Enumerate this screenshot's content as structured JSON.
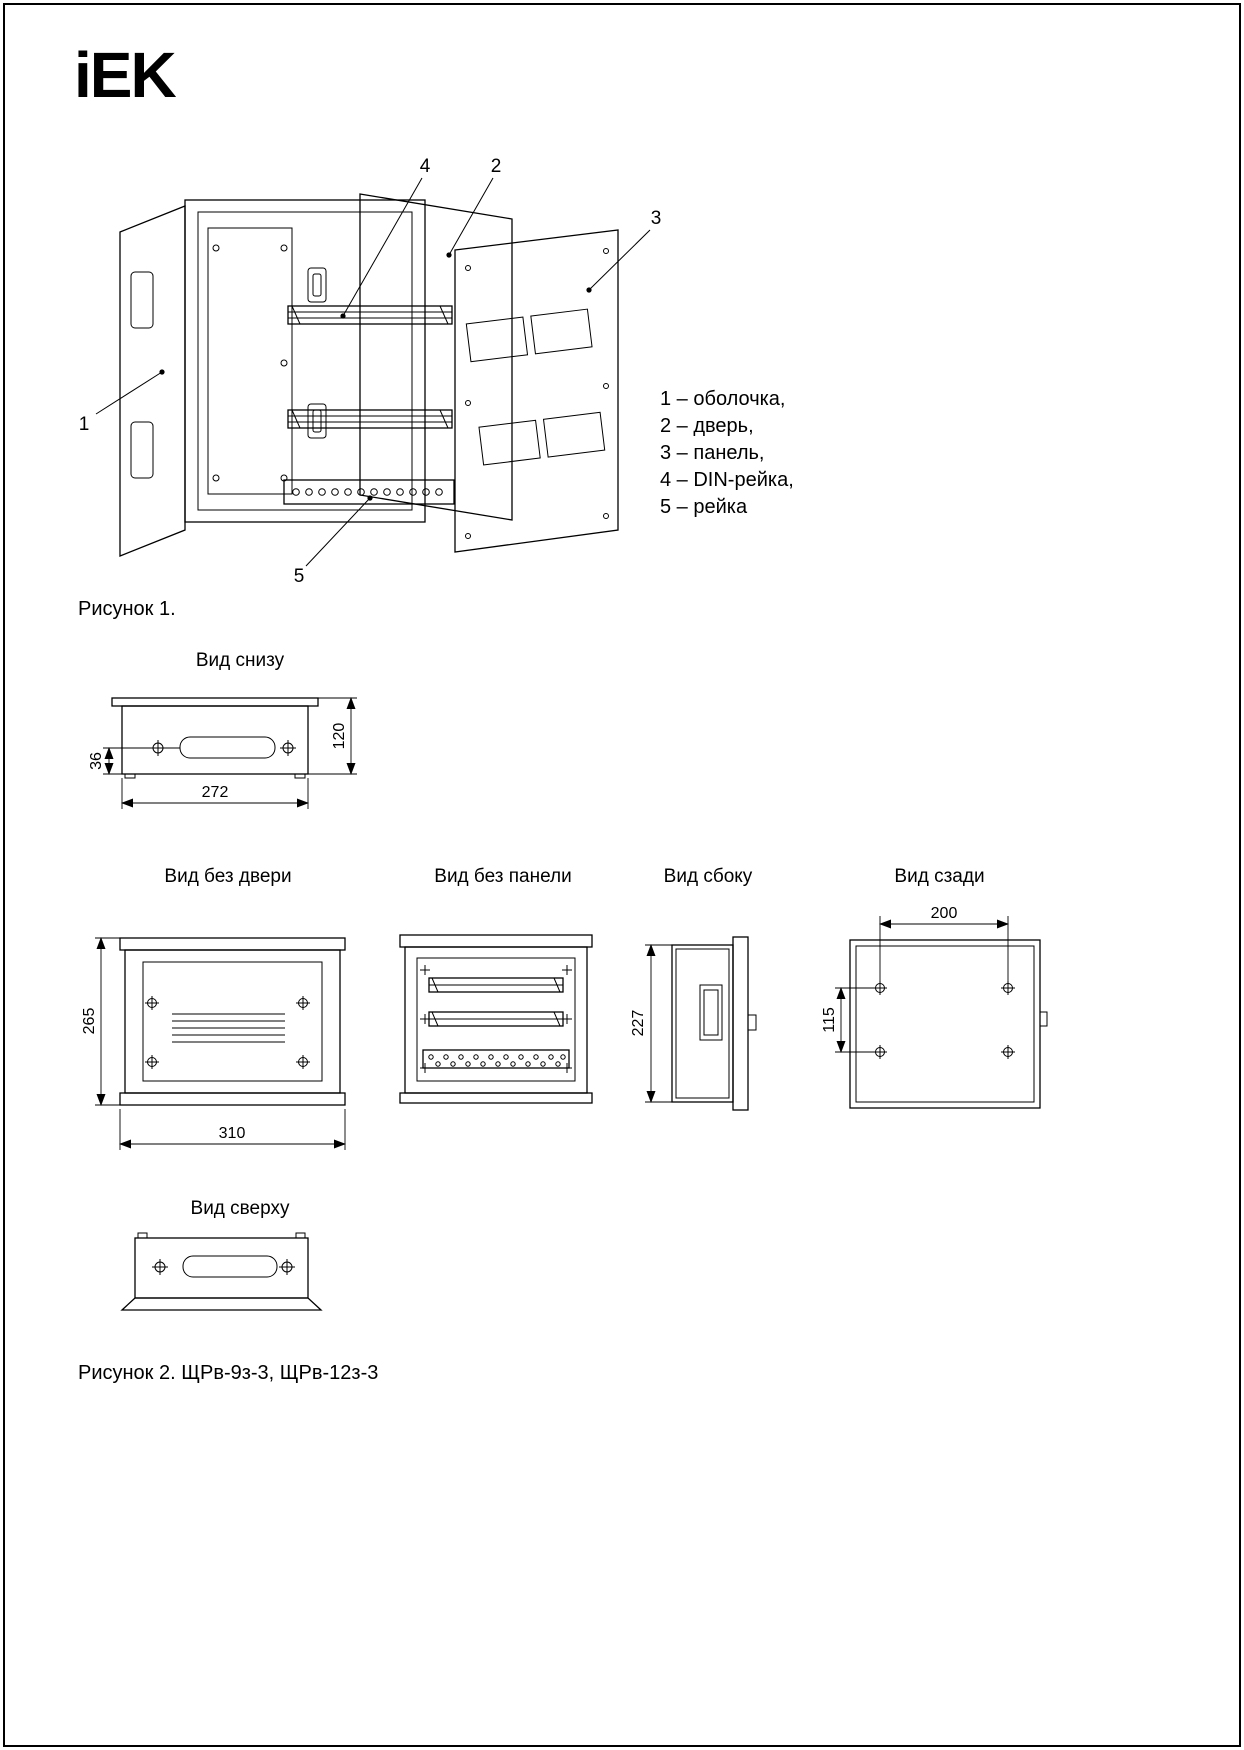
{
  "logo": {
    "text": "iEK"
  },
  "figure1": {
    "caption": "Рисунок 1.",
    "callout_1": "1",
    "callout_2": "2",
    "callout_3": "3",
    "callout_4": "4",
    "callout_5": "5",
    "legend": {
      "line1": "1 – оболочка,",
      "line2": "2 – дверь,",
      "line3": "3 – панель,",
      "line4": "4 – DIN-рейка,",
      "line5": "5 – рейка"
    }
  },
  "figure2": {
    "caption": "Рисунок 2. ЩРв-9з-3, ЩРв-12з-3",
    "bottom_view": {
      "title": "Вид снизу",
      "dim_height": "120",
      "dim_slot": "36",
      "dim_width": "272"
    },
    "no_door_view": {
      "title": "Вид без двери",
      "dim_height": "265",
      "dim_width": "310"
    },
    "no_panel_view": {
      "title": "Вид без панели"
    },
    "side_view": {
      "title": "Вид сбоку",
      "dim_height": "227"
    },
    "rear_view": {
      "title": "Вид сзади",
      "dim_width": "200",
      "dim_height": "115"
    },
    "top_view": {
      "title": "Вид сверху"
    }
  }
}
